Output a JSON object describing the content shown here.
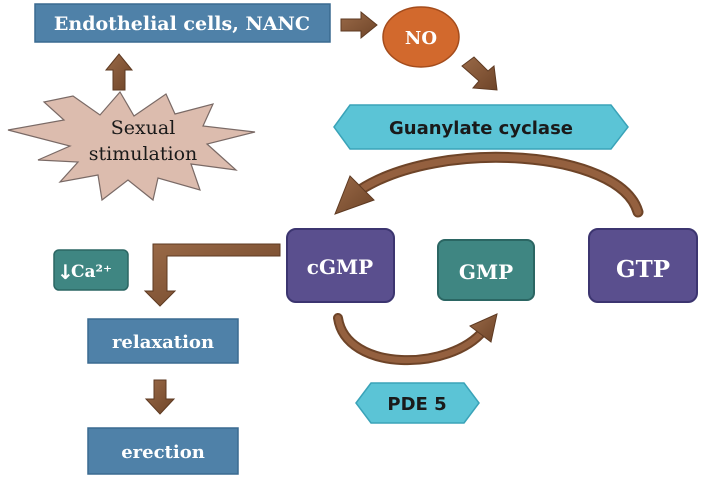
{
  "nodes": {
    "endothelial": "Endothelial cells, NANC",
    "no": "NO",
    "guanylate_cyclase": "Guanylate cyclase",
    "sexual_stimulation_line1": "Sexual",
    "sexual_stimulation_line2": "stimulation",
    "cgmp": "cGMP",
    "gmp": "GMP",
    "gtp": "GTP",
    "ca_arrow": "↓",
    "ca_label": "Ca²⁺",
    "relaxation": "relaxation",
    "erection": "erection",
    "pde5": "PDE 5"
  },
  "colors": {
    "steel_blue": "#4f81a8",
    "steel_blue_border": "#3a6a90",
    "no_orange": "#d2692d",
    "cyan": "#5bc4d6",
    "cyan_border": "#3aa3b8",
    "purple": "#5a4f8e",
    "purple_border": "#3c3570",
    "teal": "#3f8682",
    "teal_border": "#2b6663",
    "starburst": "#dcbcae",
    "starburst_border": "#7a6a66",
    "arrow_brown": "#8a5a3a",
    "arrow_brown_border": "#5e3a22"
  }
}
